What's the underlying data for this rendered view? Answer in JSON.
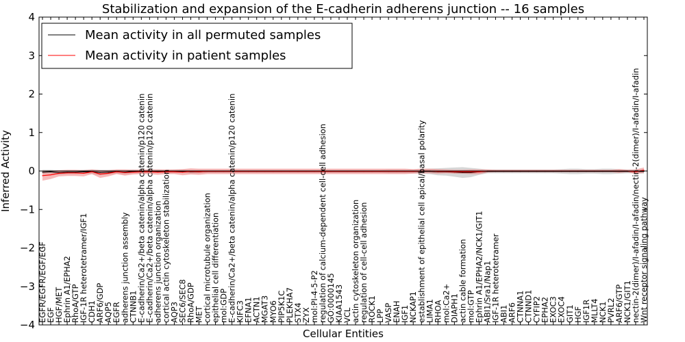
{
  "chart_data": {
    "type": "line",
    "title": "Stabilization and expansion of the E-cadherin adherens junction -- 16 samples",
    "xlabel": "Cellular Entities",
    "ylabel": "Inferred Activity",
    "ylim": [
      -4,
      4
    ],
    "yticks": [
      "4",
      "3",
      "2",
      "1",
      "0",
      "−1",
      "−2",
      "−3",
      "−4"
    ],
    "grid": false,
    "legend_position": "upper-left",
    "categories": [
      "EGFR/EGFR/EGF/EGF",
      "EGF",
      "HGF/MET",
      "Ephrin A1/EPHA2",
      "RhoA/GTP",
      "IGF-1R heterotetramer/IGF1",
      "CDH1",
      "ARF6/GDP",
      "AQP5",
      "EGFR",
      "adherens junction assembly",
      "CTNNB1",
      "E-cadherin/Ca2+/beta catenin/alpha catenin/p120 catenin",
      "E-cadherin/Ca2+/beta catenin/alpha catenin/p120 catenin",
      "adherens junction organization",
      "cortical actin cytoskeleton stabilization",
      "AQP3",
      "SEC6/SEC8",
      "RhoA/GDP",
      "MET",
      "cortical microtubule organization",
      "epithelial cell differentiation",
      "mol:GDP",
      "E-cadherin/Ca2+/beta catenin/alpha catenin/p120 catenin",
      "KIFC3",
      "EFNA1",
      "ACTN1",
      "MGAT3",
      "MYO6",
      "PIP5K1C",
      "PLEKHA7",
      "STX4",
      "ZYX",
      "mol:PI-4-5-P2",
      "regulation of calcium-dependent cell-cell adhesion",
      "GO:0000145",
      "KIAA1543",
      "VCL",
      "actin cytoskeleton organization",
      "regulation of cell-cell adhesion",
      "ROCK1",
      "LPP",
      "VASP",
      "ENAH",
      "IGF1",
      "NCKAP1",
      "establishment of epithelial cell apical/basal polarity",
      "LIMA1",
      "RHOA",
      "mol:Ca2+",
      "DIAPH1",
      "actin cable formation",
      "mol:GTP",
      "Ephrin A1/EPHA2/NCK1/GIT1",
      "ABI1/Sra1/Nap1",
      "IGF-1R heterotetramer",
      "ABI1",
      "ARF6",
      "CTNNA1",
      "CTNND1",
      "CYFIP2",
      "EPHA2",
      "EXOC3",
      "EXOC4",
      "GIT1",
      "HGF",
      "IGF1R",
      "MLLT4",
      "NCK1",
      "PVRL2",
      "ARF6/GTP",
      "NCK1/GIT1",
      "nectin-2(dimer)/I-afadin/I-afadin/nectin-2(dimer)/I-afadin/I-afadin",
      "Wnt receptor signaling pathway"
    ],
    "series": [
      {
        "name": "Mean activity in all permuted samples",
        "color": "#000000",
        "band_color": "#bbbbbb",
        "values": [
          -0.03,
          -0.02,
          -0.04,
          -0.03,
          -0.03,
          -0.02,
          -0.02,
          -0.04,
          -0.03,
          -0.02,
          -0.03,
          -0.01,
          -0.02,
          -0.01,
          -0.01,
          -0.02,
          -0.01,
          -0.01,
          -0.02,
          -0.02,
          -0.01,
          -0.01,
          -0.01,
          -0.01,
          -0.01,
          -0.01,
          -0.01,
          -0.01,
          -0.01,
          -0.01,
          -0.01,
          -0.01,
          -0.01,
          -0.01,
          -0.01,
          -0.01,
          -0.01,
          -0.01,
          -0.01,
          -0.01,
          -0.01,
          -0.01,
          -0.01,
          -0.01,
          -0.01,
          -0.01,
          -0.01,
          -0.01,
          -0.02,
          -0.02,
          -0.03,
          -0.04,
          -0.04,
          -0.02,
          -0.01,
          -0.01,
          -0.01,
          -0.01,
          -0.01,
          -0.01,
          -0.01,
          -0.01,
          -0.01,
          -0.01,
          -0.01,
          -0.01,
          -0.01,
          -0.01,
          -0.01,
          -0.01,
          -0.01,
          -0.01,
          -0.01,
          -0.01
        ],
        "spread": [
          0.06,
          0.05,
          0.06,
          0.05,
          0.05,
          0.05,
          0.06,
          0.07,
          0.06,
          0.05,
          0.06,
          0.05,
          0.05,
          0.05,
          0.05,
          0.05,
          0.05,
          0.05,
          0.05,
          0.05,
          0.04,
          0.04,
          0.04,
          0.04,
          0.04,
          0.04,
          0.04,
          0.04,
          0.04,
          0.04,
          0.04,
          0.04,
          0.04,
          0.04,
          0.04,
          0.04,
          0.04,
          0.04,
          0.04,
          0.04,
          0.04,
          0.04,
          0.05,
          0.05,
          0.05,
          0.05,
          0.06,
          0.07,
          0.09,
          0.1,
          0.12,
          0.14,
          0.12,
          0.08,
          0.05,
          0.05,
          0.05,
          0.05,
          0.05,
          0.05,
          0.05,
          0.05,
          0.05,
          0.06,
          0.07,
          0.07,
          0.06,
          0.06,
          0.07,
          0.07,
          0.06,
          0.05,
          0.05,
          0.06
        ]
      },
      {
        "name": "Mean activity in patient samples",
        "color": "#ff0000",
        "band_color": "#f08080",
        "values": [
          -0.12,
          -0.1,
          -0.06,
          -0.05,
          -0.05,
          -0.06,
          -0.02,
          -0.08,
          -0.06,
          -0.02,
          -0.04,
          -0.03,
          -0.02,
          -0.02,
          -0.03,
          -0.02,
          -0.02,
          -0.03,
          -0.01,
          -0.02,
          -0.01,
          -0.01,
          -0.01,
          -0.01,
          -0.01,
          -0.01,
          -0.01,
          -0.01,
          -0.01,
          -0.01,
          -0.01,
          -0.01,
          -0.01,
          -0.01,
          -0.01,
          -0.01,
          -0.01,
          -0.01,
          -0.01,
          -0.01,
          -0.01,
          -0.01,
          -0.01,
          -0.01,
          -0.01,
          -0.01,
          0.0,
          0.0,
          -0.01,
          -0.01,
          -0.02,
          -0.02,
          -0.02,
          -0.02,
          0.0,
          0.0,
          0.0,
          0.0,
          0.0,
          0.0,
          0.0,
          0.0,
          0.0,
          0.0,
          0.0,
          0.0,
          0.0,
          0.0,
          0.0,
          0.0,
          0.0,
          0.0,
          -0.02,
          0.02
        ],
        "spread": [
          0.13,
          0.11,
          0.08,
          0.08,
          0.08,
          0.08,
          0.06,
          0.1,
          0.08,
          0.06,
          0.08,
          0.06,
          0.06,
          0.06,
          0.07,
          0.06,
          0.06,
          0.08,
          0.08,
          0.08,
          0.07,
          0.07,
          0.07,
          0.07,
          0.07,
          0.07,
          0.07,
          0.07,
          0.07,
          0.07,
          0.07,
          0.07,
          0.07,
          0.07,
          0.07,
          0.07,
          0.07,
          0.07,
          0.07,
          0.07,
          0.07,
          0.07,
          0.07,
          0.07,
          0.07,
          0.06,
          0.06,
          0.06,
          0.06,
          0.05,
          0.05,
          0.05,
          0.06,
          0.06,
          0.04,
          0.03,
          0.03,
          0.03,
          0.03,
          0.03,
          0.03,
          0.03,
          0.03,
          0.03,
          0.03,
          0.03,
          0.03,
          0.03,
          0.03,
          0.03,
          0.05,
          0.03,
          0.06,
          0.07
        ]
      }
    ]
  }
}
